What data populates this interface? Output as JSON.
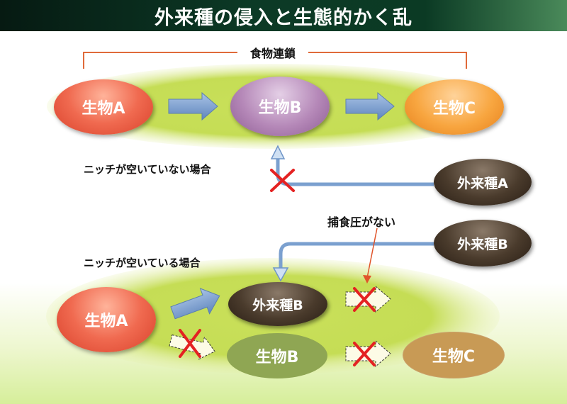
{
  "title": "外来種の侵入と生態的かく乱",
  "food_chain_label": "食物連鎖",
  "top": {
    "organism_a": "生物A",
    "organism_b": "生物B",
    "organism_c": "生物C",
    "alien_a": "外来種A",
    "niche_occupied_label": "ニッチが空いていない場合"
  },
  "bottom": {
    "organism_a": "生物A",
    "alien_b_intruder": "外来種B",
    "alien_b_node": "外来種B",
    "organism_b_faded": "生物B",
    "organism_c_faded": "生物C",
    "niche_open_label": "ニッチが空いている場合",
    "no_predation_label": "捕食圧がない"
  },
  "colors": {
    "title_bg": "#0c3a26",
    "ellipse_green": "#c2dc4e",
    "arrow_blue": "#6f95c8",
    "cross_red": "#e42222",
    "bracket_orange": "#e06a3a"
  }
}
